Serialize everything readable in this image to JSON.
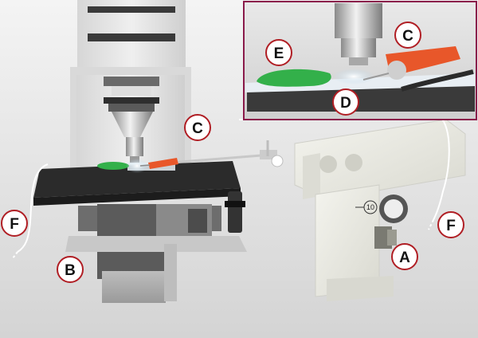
{
  "figure": {
    "colors": {
      "background_light": "#f2f2f2",
      "background_mid": "#c9c9c9",
      "body_gray": "#d8d8d8",
      "dark": "#3a3a3a",
      "stage_black": "#2b2b2b",
      "glass": "#e8eef3",
      "gel_green": "#33b04a",
      "needle_orange": "#e8572a",
      "inset_border": "#8a1a4a",
      "label_ring": "#b01e24",
      "manipulator": "#e4e4dc",
      "wire": "#ffffff"
    },
    "labels": {
      "A": "A",
      "B": "B",
      "C_main": "C",
      "C_inset": "C",
      "D": "D",
      "E": "E",
      "F_left": "F",
      "F_right": "F"
    },
    "dial_text": "10"
  }
}
